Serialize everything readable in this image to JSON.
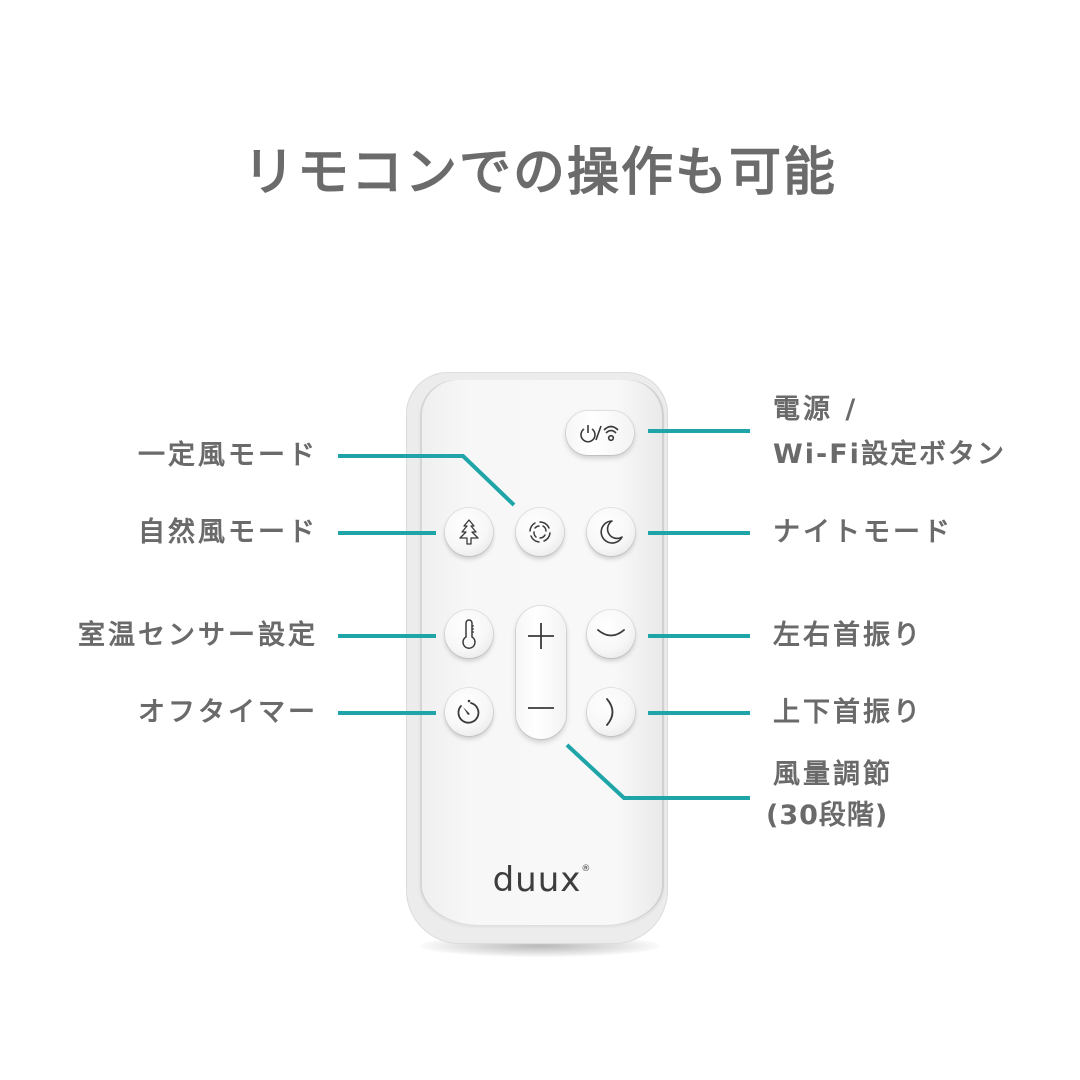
{
  "title": "リモコンでの操作も可能",
  "brand": {
    "name": "duux",
    "mark": "®"
  },
  "accent_color": "#1fa5a8",
  "text_color": "#6a6a6a",
  "labels": {
    "power_wifi_line1": "電源 /",
    "power_wifi_line2": "Wi-Fi設定ボタン",
    "constant_wind": "一定風モード",
    "natural_wind": "自然風モード",
    "night_mode": "ナイトモード",
    "temp_sensor": "室温センサー設定",
    "horizontal_swing": "左右首振り",
    "off_timer": "オフタイマー",
    "vertical_swing": "上下首振り",
    "fan_speed_line1": "風量調節",
    "fan_speed_line2": "(30段階)"
  },
  "buttons": [
    {
      "id": "power-wifi",
      "icon": "power-wifi-icon"
    },
    {
      "id": "natural-wind",
      "icon": "tree-icon"
    },
    {
      "id": "constant-wind",
      "icon": "swirl-icon"
    },
    {
      "id": "night-mode",
      "icon": "moon-icon"
    },
    {
      "id": "temp-sensor",
      "icon": "thermometer-icon"
    },
    {
      "id": "fan-speed-up",
      "icon": "plus-icon"
    },
    {
      "id": "fan-speed-down",
      "icon": "minus-icon"
    },
    {
      "id": "horizontal-swing",
      "icon": "horizontal-arc-icon"
    },
    {
      "id": "off-timer",
      "icon": "timer-icon"
    },
    {
      "id": "vertical-swing",
      "icon": "vertical-arc-icon"
    }
  ]
}
